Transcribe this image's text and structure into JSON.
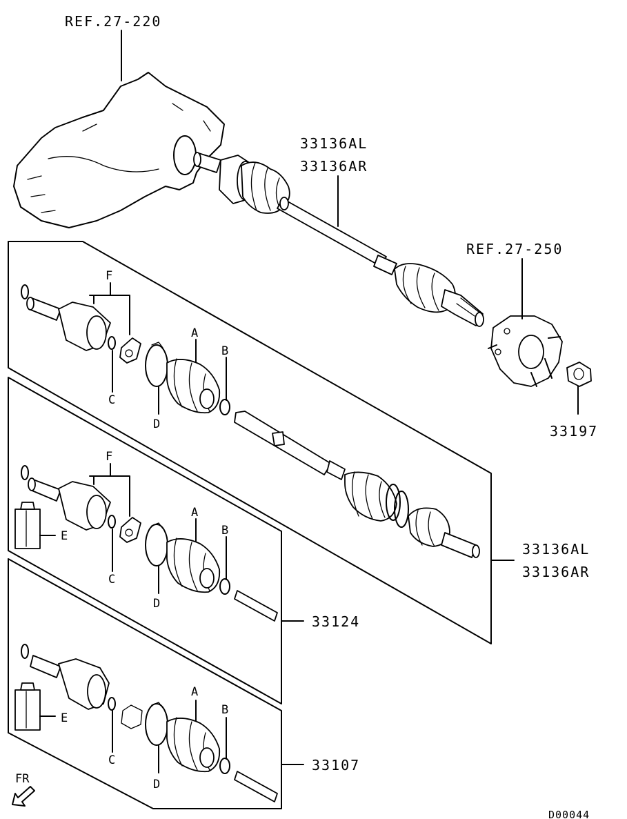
{
  "diagram": {
    "ref_transmission": "REF.27-220",
    "ref_hub": "REF.27-250",
    "shaft_part_l": "33136AL",
    "shaft_part_r": "33136AR",
    "set_part_l": "33136AL",
    "set_part_r": "33136AR",
    "nut_part": "33197",
    "kit_inner": "33124",
    "kit_outer": "33107",
    "callouts": {
      "boot": "A",
      "band_small": "B",
      "snap_ring": "C",
      "band_large": "D",
      "grease": "E",
      "tripod": "F"
    },
    "direction": "FR",
    "drawing_number": "D00044"
  }
}
